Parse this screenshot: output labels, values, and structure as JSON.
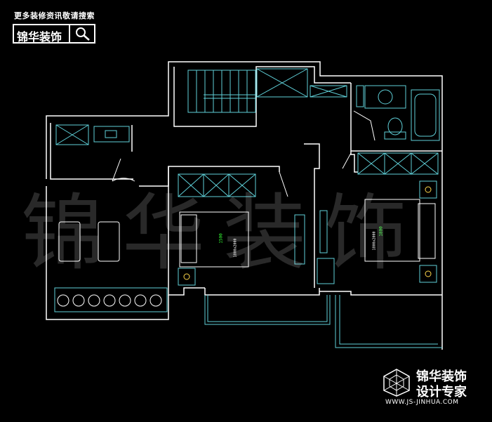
{
  "banner": {
    "tagline": "更多装修资讯敬请搜索",
    "logo": "锦华装饰",
    "search_icon": "search-icon"
  },
  "watermark": "锦华装饰",
  "footer": {
    "brand_name": "锦华装饰",
    "brand_sub": "设计专家",
    "url": "WWW.JS-JINHUA.COM"
  },
  "bed_labels": {
    "bed1_size": "1500",
    "bed1_dim": "1800x2000",
    "bed2_size": "1800",
    "bed2_dim": "1800x2000"
  },
  "colors": {
    "wall": "#ffffff",
    "fixture": "#5fd0d8",
    "label": "#33ff33"
  }
}
